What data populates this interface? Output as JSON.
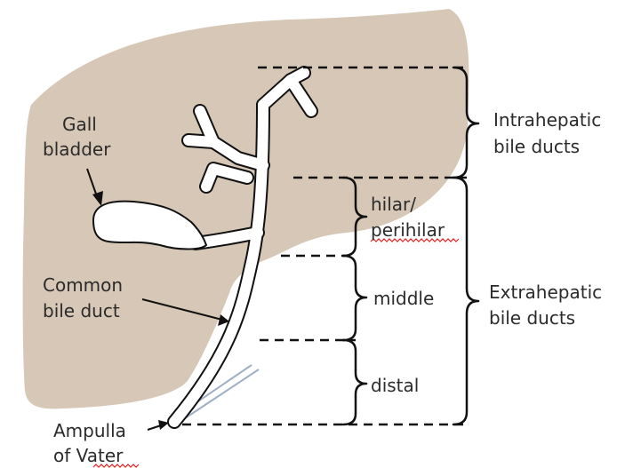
{
  "colors": {
    "liver": "#d6c7b6",
    "duct_fill": "#ffffff",
    "outline": "#111111",
    "text": "#2b2b2b",
    "spellcheck": "#e02020",
    "sphincter": "#9fb0c4"
  },
  "labels": {
    "gall_bladder": [
      "Gall",
      "bladder"
    ],
    "common_bile_duct": [
      "Common",
      "bile duct"
    ],
    "ampulla": [
      "Ampulla",
      "of Vater"
    ],
    "intrahepatic": [
      "Intrahepatic",
      "bile ducts"
    ],
    "extrahepatic": [
      "Extrahepatic",
      "bile ducts"
    ],
    "hilar": [
      "hilar/",
      "perihilar"
    ],
    "middle": "middle",
    "distal": "distal"
  },
  "icons": [
    "arrow-icon"
  ]
}
